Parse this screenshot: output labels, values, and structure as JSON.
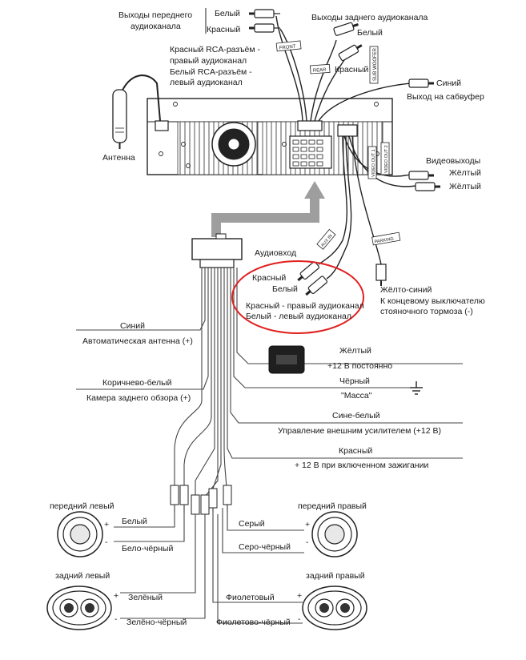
{
  "unit": {
    "front_out_title_1": "Выходы переднего",
    "front_out_title_2": "аудиоканала",
    "front_white": "Белый",
    "front_red": "Красный",
    "rear_out_title": "Выходы заднего аудиоканала",
    "rear_white": "Белый",
    "rear_red": "Красный",
    "rca_note_1": "Красный RCA-разъём -",
    "rca_note_2": "правый аудиоканал",
    "rca_note_3": "Белый RCA-разъём -",
    "rca_note_4": "левый аудиоканал",
    "tag_front": "FRONT",
    "tag_rear": "REAR",
    "tag_subwoofer": "SUB WOOFER",
    "sub_color": "Синий",
    "sub_label": "Выход на сабвуфер",
    "antenna_label": "Антенна",
    "video_title": "Видеовыходы",
    "video_yellow_1": "Жёлтый",
    "video_yellow_2": "Жёлтый",
    "tag_video_out_1": "VIDEO OUT 1",
    "tag_video_out_2": "VIDEO OUT 2"
  },
  "aux": {
    "title": "Аудиовход",
    "tag_aux_in": "AUX IN",
    "red": "Красный",
    "white": "Белый",
    "note_1": "Красный - правый аудиоканал",
    "note_2": "Белый  - левый аудиоканал",
    "highlight_color": "#e0201f"
  },
  "parking": {
    "tag": "PARKING",
    "color": "Жёлто-синий",
    "desc_1": "К концевому выключателю",
    "desc_2": "стояночного тормоза (-)"
  },
  "wires_left": [
    {
      "color": "Синий",
      "desc": "Автоматическая антенна (+)"
    },
    {
      "color": "Коричнево-белый",
      "desc": "Камера заднего обзора (+)"
    }
  ],
  "wires_right": [
    {
      "color": "Жёлтый",
      "desc": "+12 В постоянно"
    },
    {
      "color": "Чёрный",
      "desc": "\"Масса\""
    },
    {
      "color": "Сине-белый",
      "desc": "Управление внешним усилителем (+12 В)"
    },
    {
      "color": "Красный",
      "desc": "+ 12 В при включенном зажигании"
    }
  ],
  "speakers": {
    "front_left": {
      "title": "передний левый",
      "plus": "Белый",
      "minus": "Бело-чёрный"
    },
    "front_right": {
      "title": "передний правый",
      "plus": "Серый",
      "minus": "Серо-чёрный"
    },
    "rear_left": {
      "title": "задний левый",
      "plus": "Зелёный",
      "minus": "Зелёно-чёрный"
    },
    "rear_right": {
      "title": "задний правый",
      "plus": "Фиолетовый",
      "minus": "Фиолетово-чёрный"
    },
    "plus_sign": "+",
    "minus_sign": "-"
  }
}
